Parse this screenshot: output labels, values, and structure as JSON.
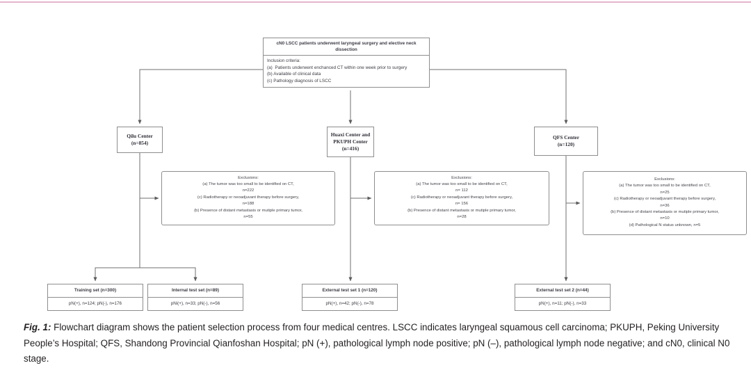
{
  "figure": {
    "top_rule_color": "#e5b6cb",
    "line_color": "#6f6f6f",
    "box_border_color": "#8d8d8d"
  },
  "top_node": {
    "title": "cN0 LSCC patients underwent laryngeal surgery and elective neck dissection",
    "criteria_heading": "Inclusion criteria:",
    "criteria": [
      "(a)  Patients underwent enchanced CT within one week prior to surgery",
      "(b) Available of clinical data",
      "(c) Pathology diagnosis of LSCC"
    ]
  },
  "centres": [
    {
      "name": "Qilu Center",
      "count": "(n=854)"
    },
    {
      "name": "Huaxi Center and PKUPH Center",
      "count": "(n=416)"
    },
    {
      "name": "QFS Center",
      "count": "(n=120)"
    }
  ],
  "exclusions": [
    {
      "title": "Exclusions:",
      "items": [
        "(a) The tumor was too small to be identified on CT,",
        "n=222",
        "(c) Radiotherapy or neoadjuvant therapy before surgery,",
        "n=188",
        "(b) Presence of distant metastasis or mutiple primary tumor,",
        "n=55"
      ]
    },
    {
      "title": "Exclusions:",
      "items": [
        "(a)  The tumor was too small to be identified on CT,",
        "n= 112",
        "(c) Radiotherapy or neoadjuvant therapy before surgery,",
        "n= 156",
        "(b) Presence of distant metastasis or mutiple primary tumor,",
        "n=28"
      ]
    },
    {
      "title": "Exclusions:",
      "items": [
        "(a) The tumor was too small to be identified on CT,",
        "n=25",
        "(c) Radiotherapy or neoadjuvant therapy before surgery,",
        "n=36",
        "(b) Presence of distant metastasis or mutiple primary tumor,",
        "n=10",
        "(d)  Pathological N status unknown, n=5"
      ]
    }
  ],
  "results": [
    {
      "title": "Training set (n=300)",
      "detail": "pN(+), n=124; pN(-), n=176"
    },
    {
      "title": "Internal test set (n=89)",
      "detail": "pNi(+), n=33; pN(-), n=56"
    },
    {
      "title": "External test set 1 (n=120)",
      "detail": "pN(+), n=42; pN(-), n=78"
    },
    {
      "title": "External test set 2 (n=44)",
      "detail": "pN(+), n=11; pN(-), n=33"
    }
  ],
  "caption": {
    "lead": "Fig. 1:",
    "text": " Flowchart diagram shows the patient selection process from four medical centres. LSCC indicates laryngeal squamous cell carcinoma; PKUPH, Peking University People’s Hospital; QFS, Shandong Provincial Qianfoshan Hospital; pN (+), pathological lymph node positive; pN (–), pathological lymph node negative; and cN0, clinical N0 stage."
  }
}
